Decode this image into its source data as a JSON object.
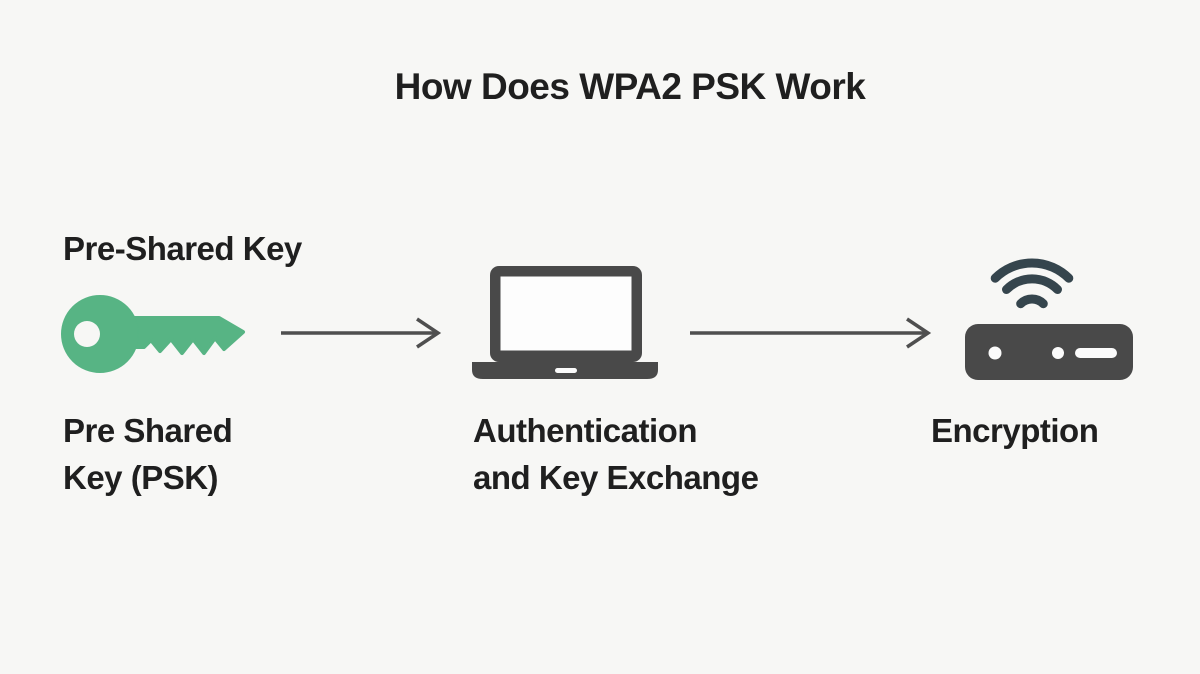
{
  "title": "How Does WPA2 PSK Work",
  "colors": {
    "background": "#f7f7f5",
    "text": "#1f1f1f",
    "key": "#57b484",
    "device": "#494949",
    "wifi": "#35454d",
    "arrow": "#4f4f4f"
  },
  "stages": [
    {
      "top_label": "Pre-Shared Key",
      "icon": "key-icon",
      "caption": "Pre Shared Key (PSK)",
      "caption_lines": [
        "Pre Shared",
        "Key (PSK)"
      ]
    },
    {
      "icon": "laptop-icon",
      "caption": "Authentication and Key Exchange",
      "caption_lines": [
        "Authentication",
        "and Key Exchange"
      ]
    },
    {
      "icon": "wireless-router-icon",
      "caption": "Encryption",
      "caption_lines": [
        "Encryption"
      ]
    }
  ],
  "connectors": [
    {
      "icon": "arrow-right-icon"
    },
    {
      "icon": "arrow-right-icon"
    }
  ]
}
